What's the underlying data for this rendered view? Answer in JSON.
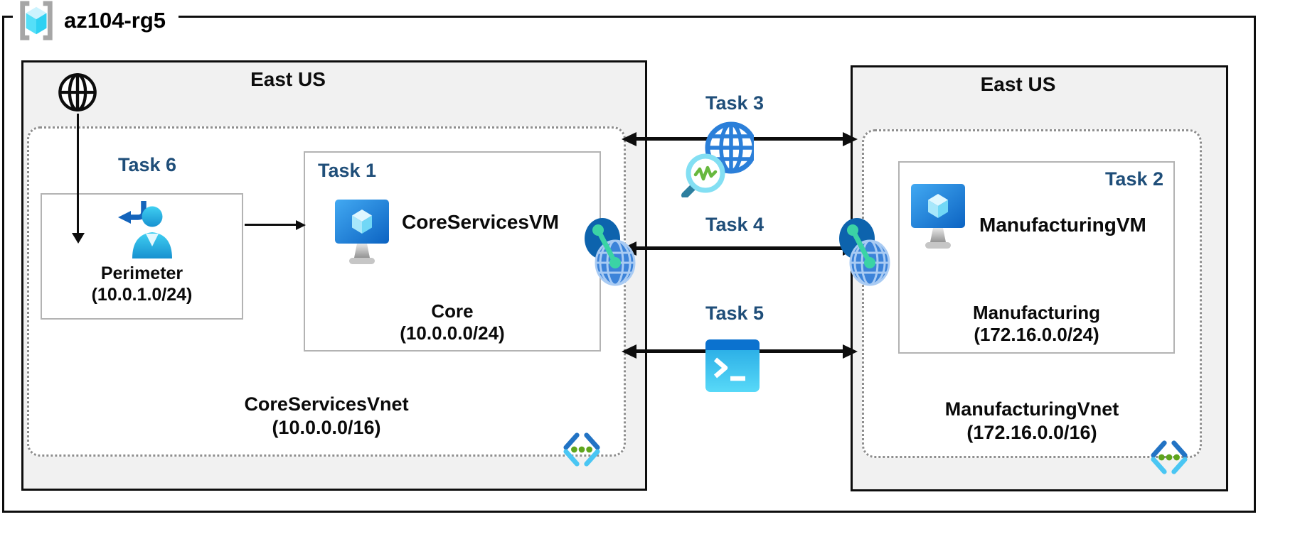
{
  "resource_group": {
    "label": "az104-rg5"
  },
  "left_region": {
    "location": "East US",
    "task6": "Task 6",
    "perimeter_subnet": {
      "name": "Perimeter",
      "cidr": "(10.0.1.0/24)"
    },
    "task1": "Task 1",
    "vm_name": "CoreServicesVM",
    "subnet": {
      "name": "Core",
      "cidr": "(10.0.0.0/24)"
    },
    "vnet_name": "CoreServicesVnet",
    "vnet_cidr": "(10.0.0.0/16)"
  },
  "right_region": {
    "location": "East US",
    "task2": "Task 2",
    "vm_name": "ManufacturingVM",
    "subnet": {
      "name": "Manufacturing",
      "cidr": "(172.16.0.0/24)"
    },
    "vnet_name": "ManufacturingVnet",
    "vnet_cidr": "(172.16.0.0/16)"
  },
  "middle": {
    "task3": "Task 3",
    "task4": "Task 4",
    "task5": "Task 5"
  },
  "icons": {
    "resource_group": "azure-resource-group (gray brackets, cyan cube)",
    "internet": "black outline globe",
    "perimeter_user": "user with blue return arrow",
    "vm": "azure-virtual-machine (blue monitor, cyan cube)",
    "vnet": "virtual-network chevrons with green dots",
    "peering": "two globes with teal connection dots",
    "network_watcher": "globe with magnifier and green pulse",
    "cloud_shell": "terminal window with >_ prompt"
  },
  "colors": {
    "region_fill": "#F1F1F1",
    "task_label": "#1F4E79",
    "arrow": "#0D0D0D",
    "vnet_dash": "#8E8E8E",
    "box_border": "#B3B3B3",
    "azure_blue": "#0C63C2",
    "cube_cyan": "#50E6FF",
    "vnet_green": "#5EA51D",
    "peering_teal": "#3BD3A5"
  }
}
